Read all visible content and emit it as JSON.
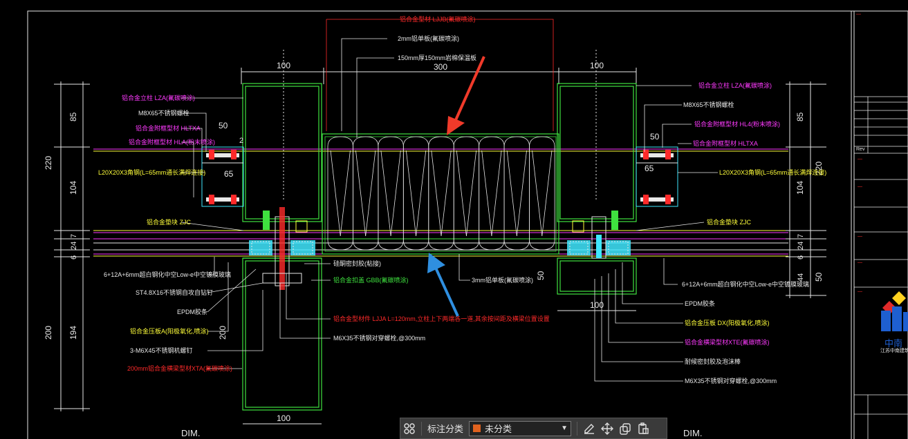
{
  "labels": {
    "top_profile": "铝合金型材 LJJB(氟碳喷涂)",
    "plate_2mm": "2mm铝单板(氟碳喷涂)",
    "insulation": "150mm厚150mm岩棉保温板",
    "left_column": "铝合金立柱 LZA(氟碳喷涂)",
    "left_bolt": "M8X65不锈钢螺栓",
    "left_adapter": "铝合金附框型材 HLTXA",
    "left_clip": "铝合金附框型材 HLA(粉末喷涂)",
    "left_angle": "L20X20X3角钢(L=65mm通长满焊连接)",
    "left_pad": "铝合金垫块 ZJC",
    "left_glass": "6+12A+6mm超白钢化中空Low-e中空镀膜玻璃",
    "left_screw": "ST4.8X16不锈钢自攻自钻钉",
    "left_epdm": "EPDM胶条",
    "left_press": "铝合金压板A(阳极氧化,喷涂)",
    "left_screw2": "3-M6X45不锈钢机螺钉",
    "left_beam": "200mm铝合金横梁型材XTA(氟碳喷涂)",
    "mid_seal": "硅酮密封胶(粘接)",
    "mid_cover": "铝合金扣盖 GBB(氟碳喷涂)",
    "mid_profile": "铝合金型材件 LJJA L=120mm,立柱上下两端各一道,其余按间距及横梁位置设置",
    "mid_bolt": "M6X35不锈钢对穿螺栓,@300mm",
    "plate_3mm": "3mm铝单板(氟碳喷涂)",
    "right_column": "铝合金立柱 LZA(氟碳喷涂)",
    "right_bolt": "M8X65不锈钢螺栓",
    "right_clip": "铝合金附框型材 HL4(粉末喷涂)",
    "right_adapter": "铝合金附框型材 HLTXA",
    "right_angle": "L20X20X3角钢(L=65mm通长满焊连接)",
    "right_pad": "铝合金垫块 ZJC",
    "right_glass": "6+12A+6mm超白钢化中空Low-e中空镀膜玻璃",
    "right_epdm": "EPDM胶条",
    "right_press": "铝合金压板 DX(阳极氧化,喷涂)",
    "right_beam": "铝合金横梁型材XTE(氟碳喷涂)",
    "right_seal": "耐候密封胶及泡沫棒",
    "right_bolt2": "M6X35不锈钢对穿螺栓,@300mm"
  },
  "dimensions": {
    "top_300": "300",
    "top_left_100": "100",
    "top_right_100": "100",
    "left_50": "50",
    "left_2": "2",
    "left_65": "65",
    "right_50": "50",
    "right_65": "65",
    "left_col_220": "220",
    "left_col_85": "85",
    "left_col_104": "104",
    "left_col_7": "7",
    "left_col_24": "24",
    "left_col_6": "6",
    "left_col_200": "200",
    "left_col_194": "194",
    "inner_200": "200",
    "right_col_85": "85",
    "right_col_220": "220",
    "right_col_104": "104",
    "right_col_7": "7",
    "right_col_24": "24",
    "right_col_6": "6",
    "right_col_44": "44",
    "right_col_50": "50",
    "right_50_inner": "50",
    "bottom_left_100": "100",
    "bottom_right_100": "100",
    "dim_left": "DIM.",
    "dim_right": "DIM."
  },
  "title_block": {
    "rev_label": "Rev",
    "company_short": "中南",
    "company_line": "江苏中南建筑产业"
  },
  "toolbar": {
    "category_label": "标注分类",
    "category_value": "未分类",
    "category_color": "#e0621f"
  },
  "colors": {
    "green": "#3fe23f",
    "red": "#ff2a2a",
    "magenta": "#ff3aff",
    "yellow": "#ffff3a",
    "white": "#e8e8e8",
    "cyan": "#3fe8ff",
    "arrow_red": "#f03a2a",
    "arrow_blue": "#2f8fe0"
  }
}
